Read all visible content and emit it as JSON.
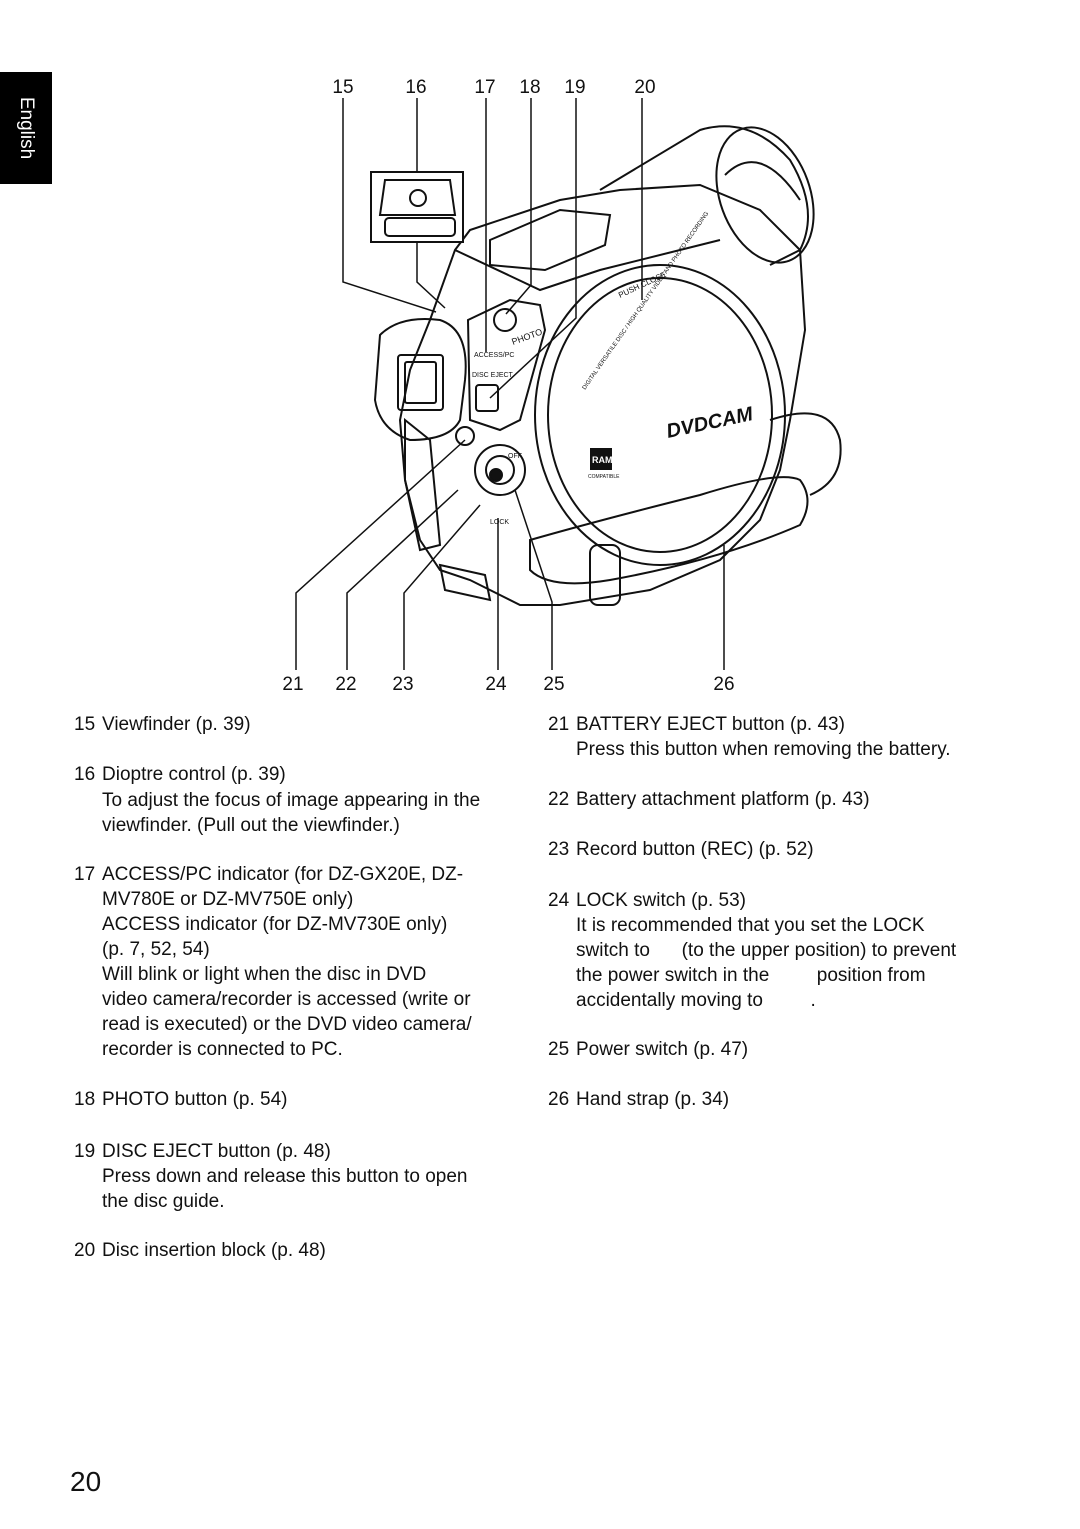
{
  "language_tab": "English",
  "page_number": "20",
  "callouts_top": [
    "15",
    "16",
    "17",
    "18",
    "19",
    "20"
  ],
  "callouts_bottom": [
    "21",
    "22",
    "23",
    "24",
    "25",
    "26"
  ],
  "camera_labels": {
    "photo": "PHOTO",
    "access": "ACCESS/PC",
    "disc_eject": "DISC EJECT",
    "push_close": "PUSH CLOSE",
    "off": "OFF",
    "lock": "LOCK",
    "disc_ring": "DIGITAL VERSATILE DISC / HIGH QUALITY VIDEO AND PHOTO RECORDING",
    "dvdcam": "DVDCAM",
    "ram": "RAM",
    "compatible": "COMPATIBLE"
  },
  "left_items": [
    {
      "num": "15",
      "title": "Viewfinder (p. 39)",
      "desc": []
    },
    {
      "num": "16",
      "title": "Dioptre control (p. 39)",
      "desc": [
        "To adjust the focus of image appearing in the",
        "viewfinder. (Pull out the viewfinder.)"
      ]
    },
    {
      "num": "17",
      "title": "ACCESS/PC indicator (for DZ-GX20E, DZ-",
      "desc": [
        "MV780E or DZ-MV750E only)",
        "ACCESS indicator (for DZ-MV730E only)",
        "(p. 7, 52, 54)",
        "Will blink or light when the disc in DVD",
        "video camera/recorder is accessed (write or",
        "read is executed) or the DVD video camera/",
        "recorder is connected to PC."
      ]
    },
    {
      "num": "18",
      "title": "PHOTO button (p. 54)",
      "desc": []
    },
    {
      "num": "19",
      "title": "DISC EJECT button (p. 48)",
      "desc": [
        "Press down and release this button to open",
        "the disc guide."
      ]
    },
    {
      "num": "20",
      "title": "Disc insertion block (p. 48)",
      "desc": []
    }
  ],
  "right_items": [
    {
      "num": "21",
      "title": "BATTERY EJECT button (p. 43)",
      "desc": [
        "Press this button when removing the battery."
      ]
    },
    {
      "num": "22",
      "title": "Battery attachment platform (p. 43)",
      "desc": []
    },
    {
      "num": "23",
      "title": "Record button (REC) (p. 52)",
      "desc": []
    },
    {
      "num": "24",
      "title": "LOCK switch (p. 53)",
      "desc": [
        "It is recommended that you set the LOCK",
        "switch to      (to the upper position) to prevent",
        "the power switch in the         position from",
        "accidentally moving to         ."
      ]
    },
    {
      "num": "25",
      "title": "Power switch (p. 47)",
      "desc": []
    },
    {
      "num": "26",
      "title": "Hand strap (p. 34)",
      "desc": []
    }
  ]
}
